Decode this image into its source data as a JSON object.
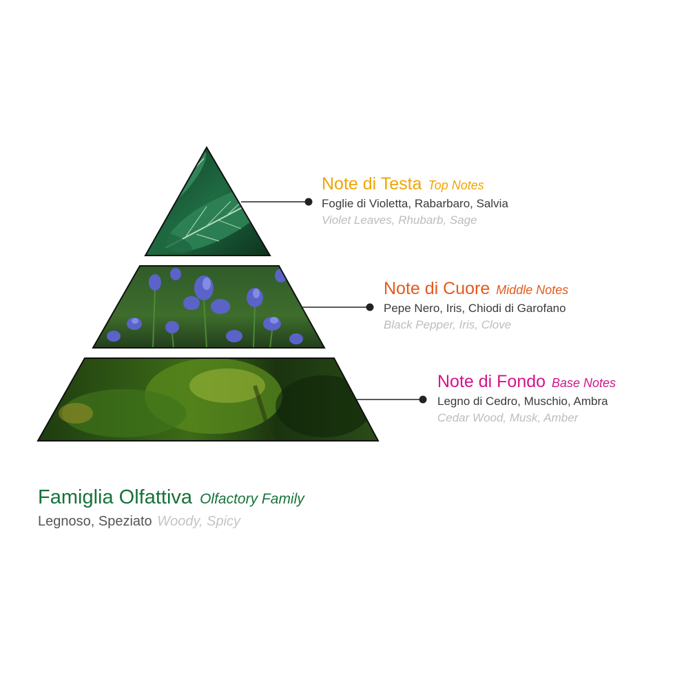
{
  "colors": {
    "top": "#f0a500",
    "middle": "#e35a1c",
    "base": "#d4148a",
    "family": "#17713a"
  },
  "tiers": {
    "top": {
      "title_it": "Note di Testa",
      "title_en": "Top Notes",
      "notes_it": "Foglie di Violetta, Rabarbaro, Salvia",
      "notes_en": "Violet Leaves, Rhubarb, Sage",
      "image": "sage-leaves"
    },
    "middle": {
      "title_it": "Note di Cuore",
      "title_en": "Middle Notes",
      "notes_it": "Pepe Nero, Iris, Chiodi di Garofano",
      "notes_en": "Black Pepper, Iris, Clove",
      "image": "iris-flowers"
    },
    "base": {
      "title_it": "Note di Fondo",
      "title_en": "Base Notes",
      "notes_it": "Legno di Cedro, Muschio, Ambra",
      "notes_en": "Cedar Wood, Musk, Amber",
      "image": "moss-on-wood"
    }
  },
  "family": {
    "title_it": "Famiglia Olfattiva",
    "title_en": "Olfactory Family",
    "value_it": "Legnoso, Speziato",
    "value_en": "Woody, Spicy"
  }
}
